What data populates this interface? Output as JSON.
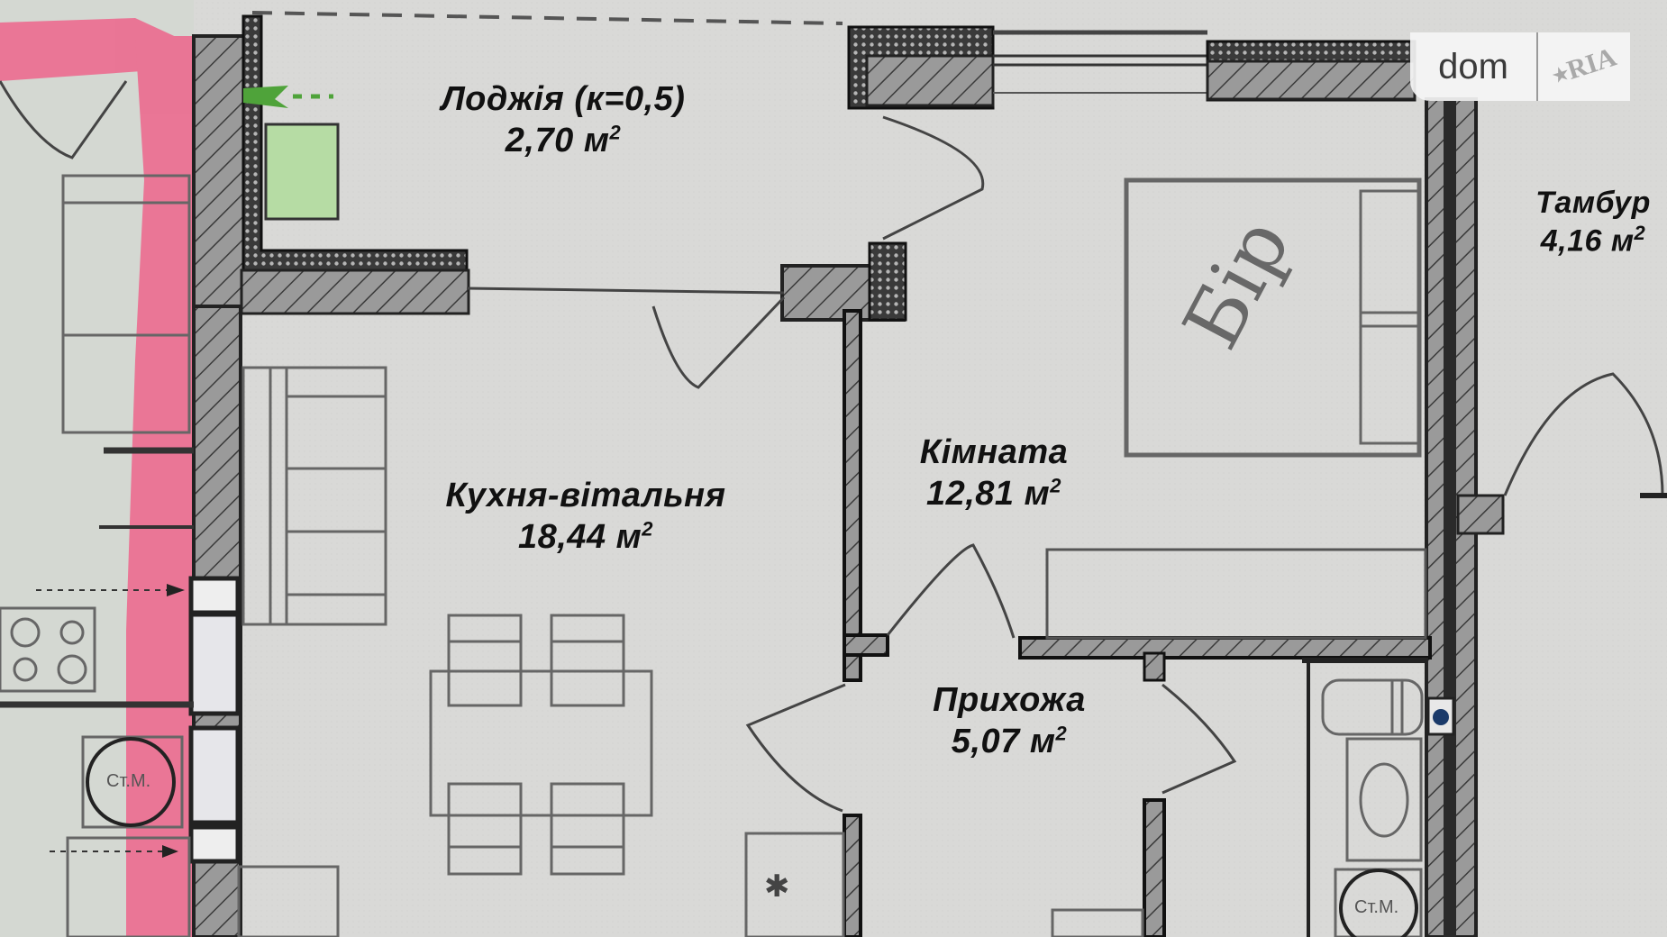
{
  "plan": {
    "type": "apartment floor plan",
    "rooms": [
      {
        "id": "loggia",
        "name": "Лоджія (к=0,5)",
        "area": "2,70",
        "unit": "м",
        "unit_power": "2"
      },
      {
        "id": "kitchen_living",
        "name": "Кухня-вітальня",
        "area": "18,44",
        "unit": "м",
        "unit_power": "2"
      },
      {
        "id": "room",
        "name": "Кімната",
        "area": "12,81",
        "unit": "м",
        "unit_power": "2"
      },
      {
        "id": "hallway",
        "name": "Прихожа",
        "area": "5,07",
        "unit": "м",
        "unit_power": "2"
      },
      {
        "id": "vestibule",
        "name": "Тамбур",
        "area": "4,16",
        "unit": "м",
        "unit_power": "2"
      }
    ],
    "fixture_labels": {
      "washing_machine_left": "Ст.М.",
      "washing_machine_right": "Ст.М."
    },
    "handwritten_note": "Біp",
    "colors": {
      "paper": "#d9d9d7",
      "wall_dark": "#2a2a2a",
      "wall_fill": "#8d8d8d",
      "highlight_pink": "#ec6b8f",
      "green_marker": "#4fa33a",
      "green_fill": "#b6dca4",
      "blue_dot": "#1a3a6a"
    }
  },
  "watermark": {
    "brand_left": "dom",
    "brand_right": "RIA"
  }
}
